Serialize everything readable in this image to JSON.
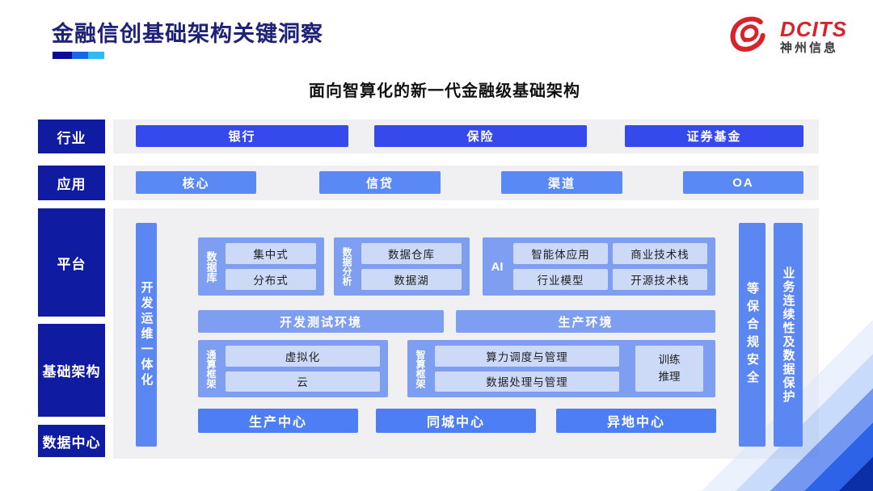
{
  "header": {
    "title": "金融信创基础架构关键洞察",
    "logo": {
      "brand": "DCITS",
      "company": "神州信息"
    }
  },
  "diagram": {
    "title": "面向智算化的新一代金融级基础架构",
    "industry": {
      "label": "行业",
      "items": [
        "银行",
        "保险",
        "证券基金"
      ]
    },
    "application": {
      "label": "应用",
      "items": [
        "核心",
        "信贷",
        "渠道",
        "OA"
      ]
    },
    "platform": {
      "label": "平台",
      "devops_bar": "开发运维一体化",
      "database_group": {
        "label": "数据库",
        "items": [
          "集中式",
          "分布式"
        ]
      },
      "analytics_group": {
        "label": "数据分析",
        "items": [
          "数据仓库",
          "数据湖"
        ]
      },
      "ai_group": {
        "label": "AI",
        "items": [
          "智能体应用",
          "商业技术栈",
          "行业模型",
          "开源技术栈"
        ]
      },
      "env_bars": [
        "开发测试环境",
        "生产环境"
      ]
    },
    "infrastructure": {
      "label": "基础架构",
      "general_group": {
        "label": "通算框架",
        "items": [
          "虚拟化",
          "云"
        ]
      },
      "intelligent_group": {
        "label": "智算框架",
        "items": [
          "算力调度与管理",
          "数据处理与管理"
        ],
        "side_item": "训练推理"
      }
    },
    "datacenter": {
      "label": "数据中心",
      "items": [
        "生产中心",
        "同城中心",
        "异地中心"
      ]
    },
    "security_bar": "等保合规安全",
    "continuity_bar": "业务连续性及数据保护"
  },
  "colors": {
    "title_navy": "#1e2178",
    "sidebar_navy": "#0f1ba0",
    "primary_blue": "#3549ec",
    "light_blue": "#5a89f5",
    "center_blue": "#4d7ef3",
    "group_blue": "#7e9ff1",
    "chip_blue": "#ccdaf8",
    "bar_blue": "#5b87f3",
    "panel_gray": "#f0f0f2",
    "logo_red": "#d8232a",
    "underline": [
      "#0a0b97",
      "#1767e8",
      "#2ebcee"
    ]
  }
}
